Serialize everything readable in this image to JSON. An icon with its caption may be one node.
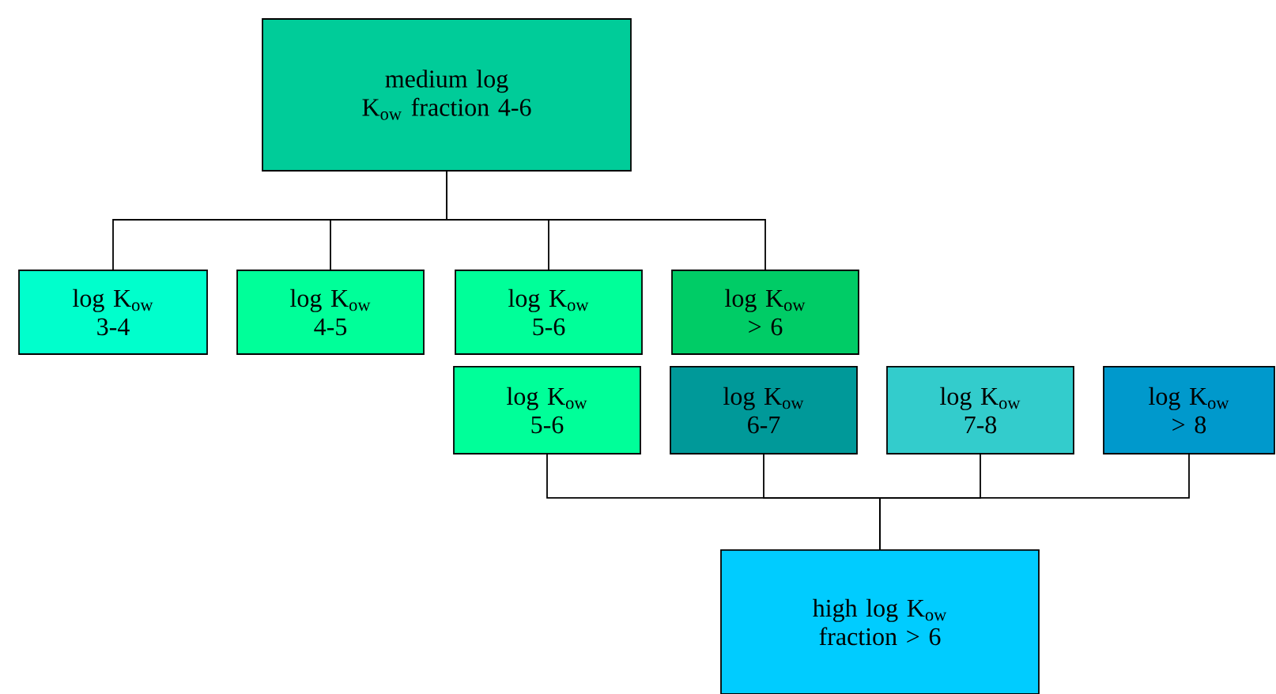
{
  "diagram": {
    "nodes": [
      {
        "text": [
          "medium log K$_{ow}$ fraction 4-6"
        ]
      },
      {
        "text": [
          "log K$_{ow}$ 3-4"
        ]
      },
      {
        "text": [
          "log K$_{ow}$ 4-5"
        ]
      },
      {
        "text": [
          "log K$_{ow}$ 5-6"
        ]
      },
      {
        "text": [
          "log K$_{ow}$ > 6"
        ]
      },
      {
        "text": [
          "log K$_{ow}$ 5-6"
        ]
      },
      {
        "text": [
          "log K$_{ow}$ 6-7"
        ]
      },
      {
        "text": [
          "log K$_{ow}$ 7-8"
        ]
      },
      {
        "text": [
          "log K$_{ow}$ > 8"
        ]
      },
      {
        "text": [
          "high log K$_{ow}$ fraction > 6"
        ]
      }
    ],
    "edges": [
      {
        "from": 0,
        "to": 1,
        "arrow": "none"
      },
      {
        "from": 0,
        "to": 2,
        "arrow": "none"
      },
      {
        "from": 0,
        "to": 3,
        "arrow": "none"
      },
      {
        "from": 0,
        "to": 4,
        "arrow": "none"
      },
      {
        "from": 5,
        "to": 9,
        "arrow": "none"
      },
      {
        "from": 6,
        "to": 9,
        "arrow": "none"
      },
      {
        "from": 7,
        "to": 9,
        "arrow": "none"
      },
      {
        "from": 8,
        "to": 9,
        "arrow": "none"
      }
    ]
  }
}
